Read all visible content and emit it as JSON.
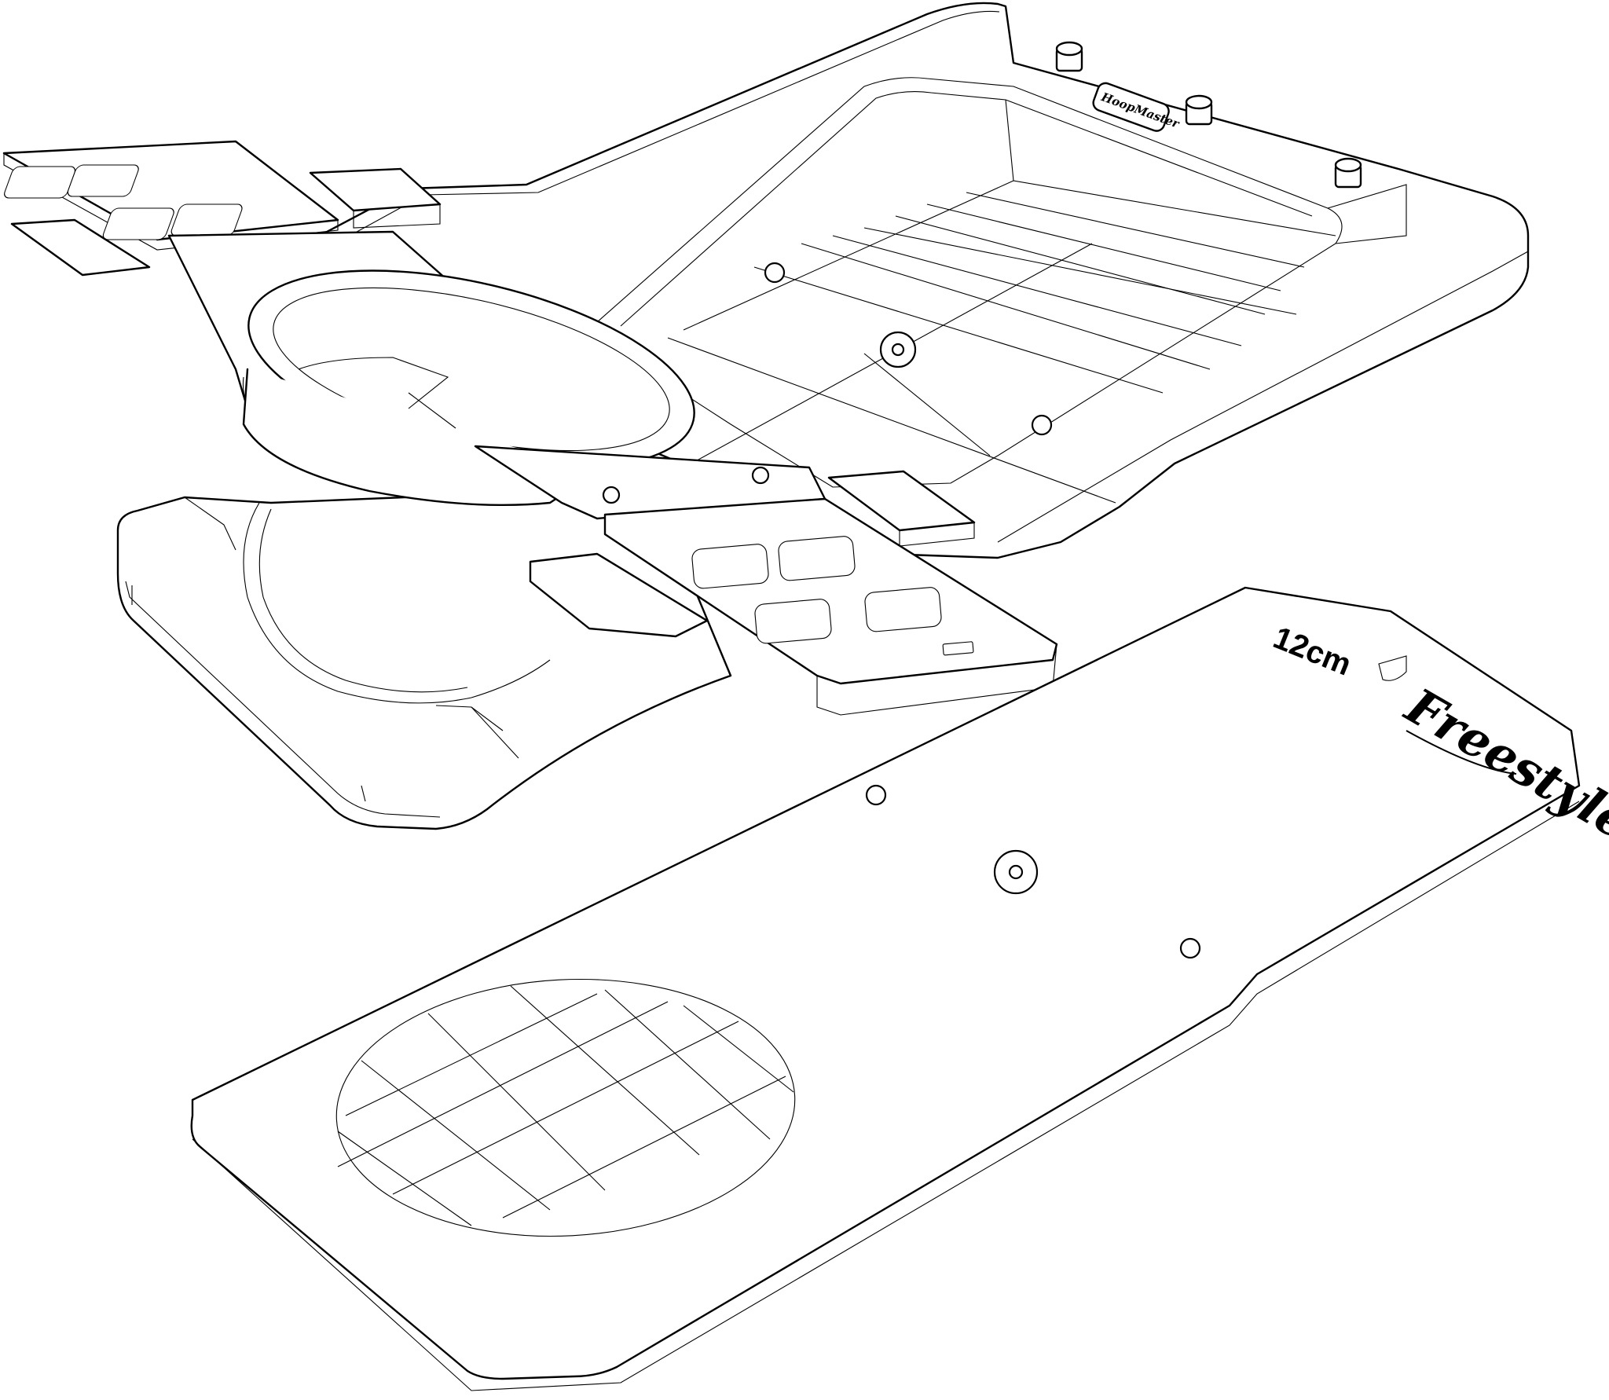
{
  "diagram": {
    "size_label": "12cm",
    "brand_label": "Freestyle",
    "logo_label": "HoopMaster"
  }
}
